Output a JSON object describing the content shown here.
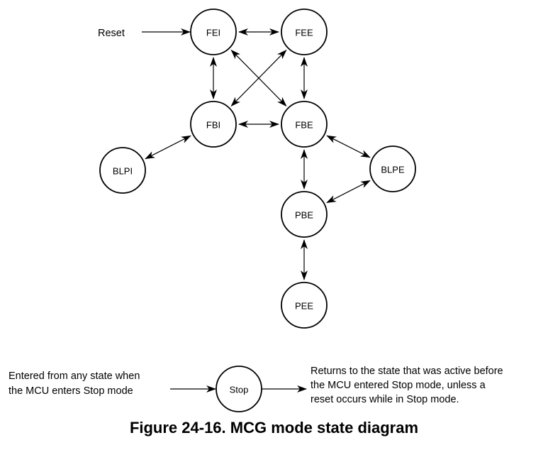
{
  "diagram": {
    "title": "Figure 24-16. MCG mode state diagram",
    "reset_label": "Reset",
    "nodes": [
      {
        "id": "FEI",
        "label": "FEI"
      },
      {
        "id": "FEE",
        "label": "FEE"
      },
      {
        "id": "FBI",
        "label": "FBI"
      },
      {
        "id": "FBE",
        "label": "FBE"
      },
      {
        "id": "BLPI",
        "label": "BLPI"
      },
      {
        "id": "BLPE",
        "label": "BLPE"
      },
      {
        "id": "PBE",
        "label": "PBE"
      },
      {
        "id": "PEE",
        "label": "PEE"
      },
      {
        "id": "Stop",
        "label": "Stop"
      }
    ],
    "edges": [
      {
        "from": "Reset",
        "to": "FEI",
        "bidirectional": false
      },
      {
        "from": "FEI",
        "to": "FEE",
        "bidirectional": true
      },
      {
        "from": "FEI",
        "to": "FBI",
        "bidirectional": true
      },
      {
        "from": "FEI",
        "to": "FBE",
        "bidirectional": true
      },
      {
        "from": "FEE",
        "to": "FBI",
        "bidirectional": true
      },
      {
        "from": "FEE",
        "to": "FBE",
        "bidirectional": true
      },
      {
        "from": "FBI",
        "to": "FBE",
        "bidirectional": true
      },
      {
        "from": "FBI",
        "to": "BLPI",
        "bidirectional": true
      },
      {
        "from": "FBE",
        "to": "BLPE",
        "bidirectional": true
      },
      {
        "from": "FBE",
        "to": "PBE",
        "bidirectional": true
      },
      {
        "from": "BLPE",
        "to": "PBE",
        "bidirectional": true
      },
      {
        "from": "PBE",
        "to": "PEE",
        "bidirectional": true
      }
    ],
    "stop_section": {
      "entry_text": [
        "Entered from any state when",
        "the MCU enters Stop mode"
      ],
      "exit_text": [
        "Returns to the state that was active before",
        "the MCU entered Stop mode, unless a",
        "reset occurs while in Stop mode."
      ]
    }
  }
}
